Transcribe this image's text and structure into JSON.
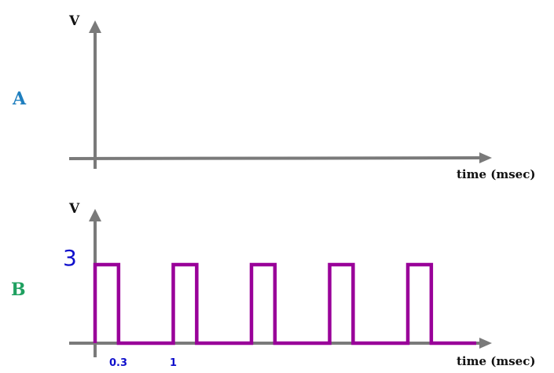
{
  "panels": [
    {
      "label": "A",
      "label_color": "#1f7fbf",
      "y_axis_label": "V",
      "x_axis_label": "time (msec)"
    },
    {
      "label": "B",
      "label_color": "#1fa060",
      "y_axis_label": "V",
      "x_axis_label": "time (msec)",
      "voltage_label": "3",
      "tick_labels": [
        "0.3",
        "1"
      ],
      "annotation_color": "#1010cc",
      "waveform": {
        "type": "square-pulse-train",
        "amplitude_v": 3,
        "pulse_width_ms": 0.3,
        "period_ms": 1,
        "pulse_count": 5,
        "color": "#990099"
      }
    }
  ]
}
